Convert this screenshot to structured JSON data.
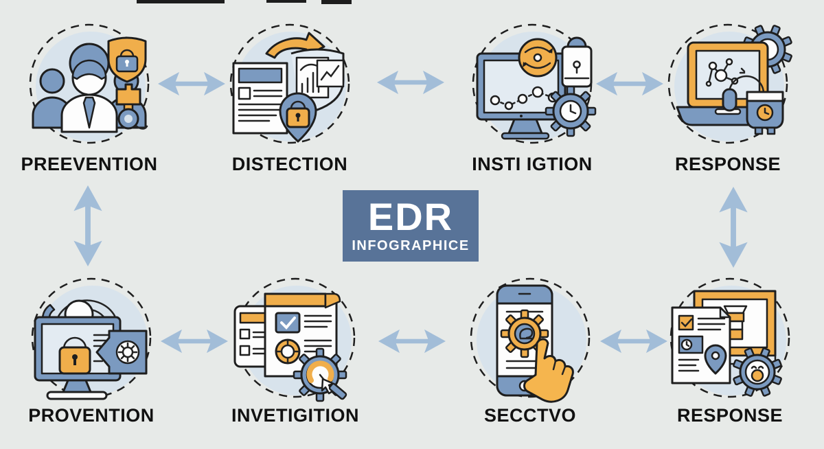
{
  "background_color": "#e7eae8",
  "center_box": {
    "title": "EDR",
    "subtitle": "INFOGRAPHICE",
    "bg_color": "#587398",
    "text_color": "#ffffff"
  },
  "palette": {
    "outline": "#1e1e1e",
    "steel_blue": "#7b9ac0",
    "amber": "#f0ae4b",
    "light_circle_fill": "#d8e3ec",
    "arrow": "#a2bdd8",
    "label_text": "#111111"
  },
  "items": [
    {
      "label": "PREEVENTION",
      "icon": "team-shield-key-icon"
    },
    {
      "label": "DISTECTION",
      "icon": "document-charts-lock-pin-icon"
    },
    {
      "label": "INSTI IGTION",
      "icon": "monitor-network-globe-gear-clock-icon"
    },
    {
      "label": "RESPONSE",
      "icon": "laptop-network-headset-padlock-gear-icon"
    },
    {
      "label": "PROVENTION",
      "icon": "monitor-padlock-cloud-shield-gear-icon"
    },
    {
      "label": "INVETIGITION",
      "icon": "checklist-checkbox-target-gear-gauge-icon"
    },
    {
      "label": "SECCTVO",
      "icon": "smartphone-gear-tap-hand-icon"
    },
    {
      "label": "RESPONSE",
      "icon": "report-board-checklist-pin-gear-icon"
    }
  ]
}
